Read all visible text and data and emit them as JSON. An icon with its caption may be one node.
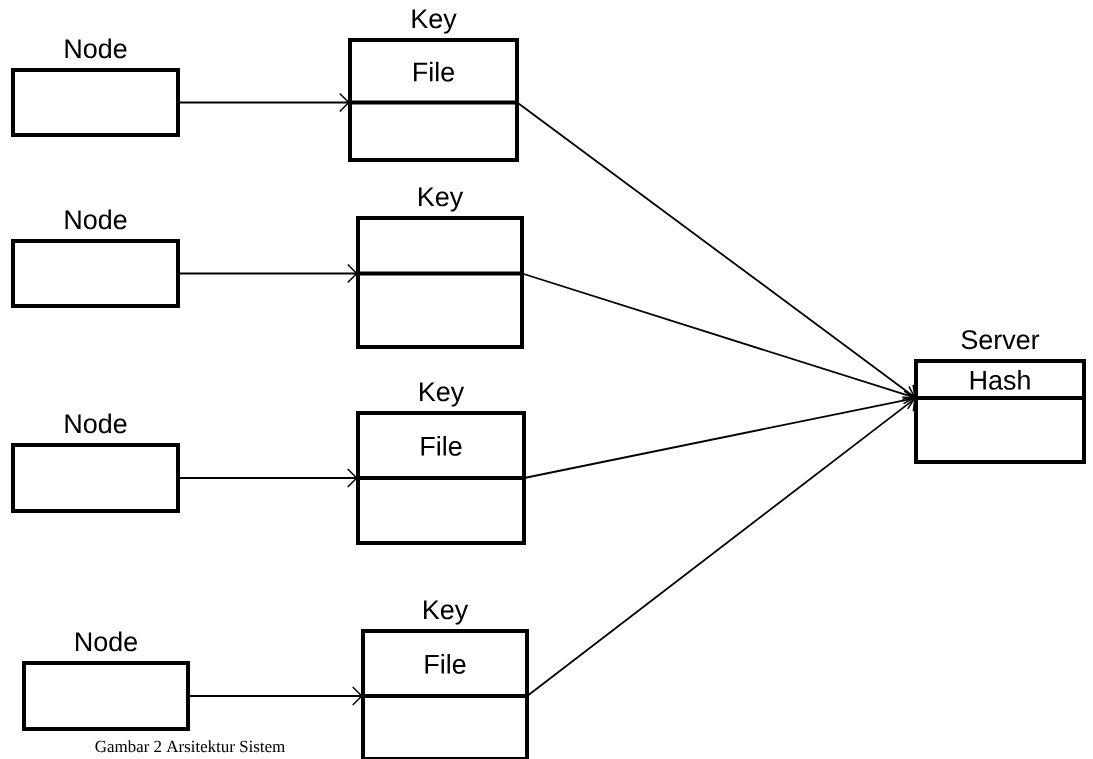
{
  "diagram": {
    "caption": "Gambar 2 Arsitektur Sistem",
    "nodes": [
      {
        "text": [
          "Node"
        ]
      },
      {
        "text": [
          "Key",
          "File"
        ]
      },
      {
        "text": [
          "Node"
        ]
      },
      {
        "text": [
          "Key"
        ]
      },
      {
        "text": [
          "Node"
        ]
      },
      {
        "text": [
          "Key",
          "File"
        ]
      },
      {
        "text": [
          "Node"
        ]
      },
      {
        "text": [
          "Key",
          "File"
        ]
      },
      {
        "text": [
          "Server",
          "Hash"
        ]
      }
    ],
    "edges": [
      {
        "from": 0,
        "to": 1,
        "arrow": "to"
      },
      {
        "from": 2,
        "to": 3,
        "arrow": "to"
      },
      {
        "from": 4,
        "to": 5,
        "arrow": "to"
      },
      {
        "from": 6,
        "to": 7,
        "arrow": "to"
      },
      {
        "from": 1,
        "to": 8,
        "arrow": "to"
      },
      {
        "from": 3,
        "to": 8,
        "arrow": "to"
      },
      {
        "from": 5,
        "to": 8,
        "arrow": "to"
      },
      {
        "from": 7,
        "to": 8,
        "arrow": "to"
      }
    ]
  }
}
